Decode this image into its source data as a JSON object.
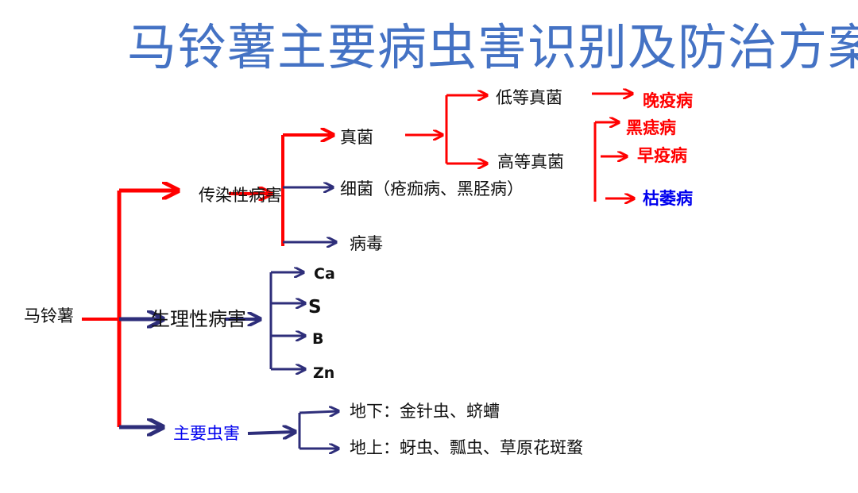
{
  "title": "马铃薯主要病虫害识别及防治方案",
  "root": "马铃薯",
  "branches": {
    "infectious": {
      "label": "传染性病害",
      "fungi": {
        "label": "真菌",
        "lower": {
          "label": "低等真菌",
          "diseases": [
            "晚疫病"
          ]
        },
        "higher": {
          "label": "高等真菌",
          "diseases": [
            "黑痣病",
            "早疫病",
            "枯萎病"
          ]
        }
      },
      "bacteria": "细菌（疮痂病、黑胫病）",
      "virus": "病毒"
    },
    "physiological": {
      "label": "生理性病害",
      "elements": [
        "Ca",
        "S",
        "B",
        "Zn"
      ]
    },
    "pests": {
      "label": "主要虫害",
      "underground": "地下：金针虫、蛴螬",
      "aboveground": "地上：蚜虫、瓢虫、草原花斑蝥"
    }
  },
  "colors": {
    "title": "#4472c4",
    "red": "#ff0000",
    "navy": "#2e2e7a",
    "blue_text": "#0000ee"
  }
}
